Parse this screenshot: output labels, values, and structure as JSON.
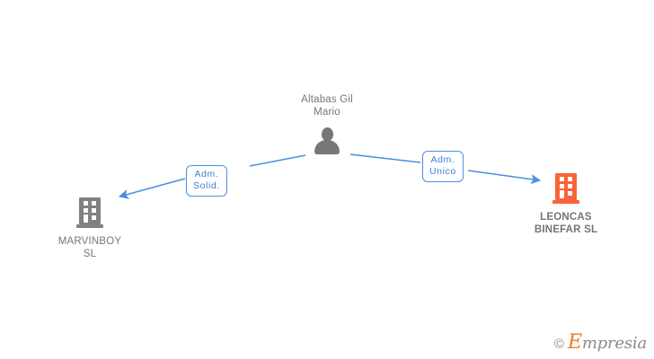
{
  "graph": {
    "background_color": "#ffffff",
    "nodes": [
      {
        "id": "person",
        "label": "Altabas Gil\nMario",
        "icon": "person-icon",
        "icon_color": "#777777",
        "text_color": "#777777",
        "bold": false
      },
      {
        "id": "marvinboy",
        "label": "MARVINBOY\nSL",
        "icon": "building-icon",
        "icon_color": "#808080",
        "text_color": "#777777",
        "bold": false
      },
      {
        "id": "leoncas",
        "label": "LEONCAS\nBINEFAR SL",
        "icon": "building-icon",
        "icon_color": "#f96337",
        "text_color": "#757575",
        "bold": true
      }
    ],
    "edges": [
      {
        "id": "edge-solid",
        "from": "person",
        "to": "marvinboy",
        "label": "Adm.\nSolid.",
        "color": "#4a8fe0",
        "arrow": "end"
      },
      {
        "id": "edge-unico",
        "from": "person",
        "to": "leoncas",
        "label": "Adm.\nUnico",
        "color": "#4a8fe0",
        "arrow": "end"
      }
    ]
  },
  "watermark": {
    "copyright": "©",
    "brand_initial": "E",
    "brand_rest": "mpresia",
    "brand_color": "#f07c25"
  }
}
